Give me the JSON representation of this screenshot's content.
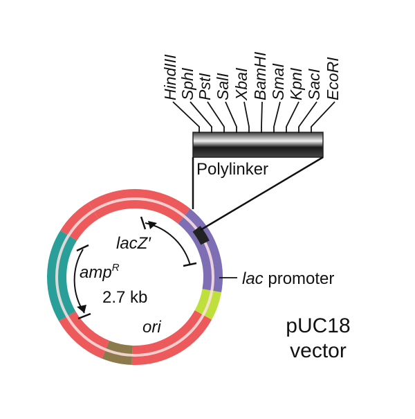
{
  "restriction_sites": [
    "HindIII",
    "SphI",
    "PstI",
    "SalI",
    "XbaI",
    "BamHI",
    "SmaI",
    "KpnI",
    "SacI",
    "EcoRI"
  ],
  "polylinker_label": "Polylinker",
  "genes": {
    "lacz": "lacZ′",
    "amp_base": "amp",
    "amp_sup": "R",
    "ori": "ori"
  },
  "size_label": "2.7 kb",
  "promoter": {
    "italic": "lac",
    "rest": " promoter"
  },
  "vector_name": {
    "line1": "pUC18",
    "line2": "vector"
  },
  "colors": {
    "backbone": "#ec5a5c",
    "amp_segment": "#2a9e98",
    "lacz_segment": "#7e6fb5",
    "promoter_segment": "#bfe03c",
    "ori_segment": "#8c7a4c",
    "polylinker": "#222222",
    "ring_highlight": "#fde3e3"
  }
}
